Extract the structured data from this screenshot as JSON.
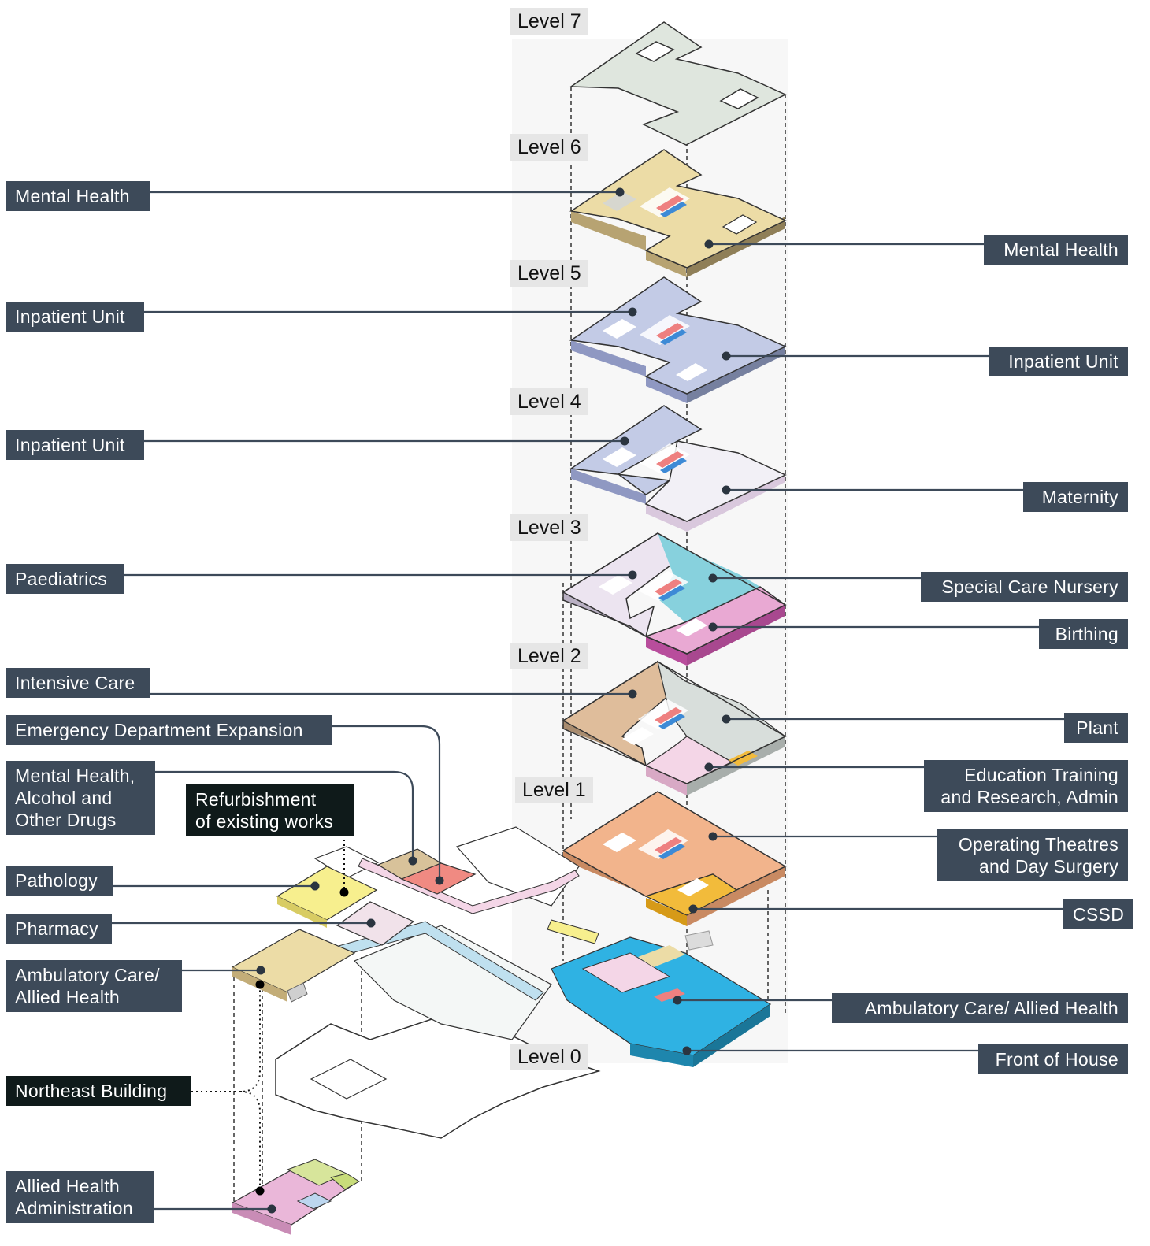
{
  "levels": {
    "l7": "Level 7",
    "l6": "Level 6",
    "l5": "Level 5",
    "l4": "Level 4",
    "l3": "Level 3",
    "l2": "Level 2",
    "l1": "Level 1",
    "l0": "Level 0"
  },
  "left_callouts": {
    "mental_health_l6": "Mental Health",
    "inpatient_l5": "Inpatient Unit",
    "inpatient_l4": "Inpatient Unit",
    "paediatrics": "Paediatrics",
    "intensive_care": "Intensive Care",
    "ed_expansion": "Emergency Department Expansion",
    "mhaod": [
      "Mental Health,",
      "Alcohol and",
      "Other Drugs"
    ],
    "refurbishment": [
      "Refurbishment",
      "of existing works"
    ],
    "pathology": "Pathology",
    "pharmacy": "Pharmacy",
    "ambulatory_left": [
      "Ambulatory Care/",
      "Allied Health"
    ],
    "northeast": "Northeast Building",
    "allied_admin": [
      "Allied Health",
      "Administration"
    ]
  },
  "right_callouts": {
    "mental_health_l6": "Mental Health",
    "inpatient_l5": "Inpatient Unit",
    "maternity": "Maternity",
    "special_care": "Special Care Nursery",
    "birthing": "Birthing",
    "plant": "Plant",
    "education": [
      "Education Training",
      "and Research, Admin"
    ],
    "operating": [
      "Operating Theatres",
      "and Day Surgery"
    ],
    "cssd": "CSSD",
    "ambulatory_right": "Ambulatory Care/ Allied Health",
    "front_of_house": "Front of House"
  },
  "colors": {
    "callout_bg": "#3d4a59",
    "callout_dark_bg": "#0f1a1a",
    "level7": "#dfe6de",
    "mental_health": "#ecdca6",
    "inpatient": "#c3cbe6",
    "maternity": "#f2f0f6",
    "paediatrics": "#ece4f0",
    "special_care": "#87d1dd",
    "birthing": "#e9a9d3",
    "intensive_care": "#dfbd9b",
    "plant": "#d8dedb",
    "education": "#f4d6e7",
    "operating": "#f2b48c",
    "cssd": "#f2bb3b",
    "ambulatory": "#2fb2e3",
    "pathology": "#f7ef8e",
    "ed_expansion": "#f08a82",
    "mhaod": "#d8c29a",
    "allied_admin": "#eab7d9"
  }
}
